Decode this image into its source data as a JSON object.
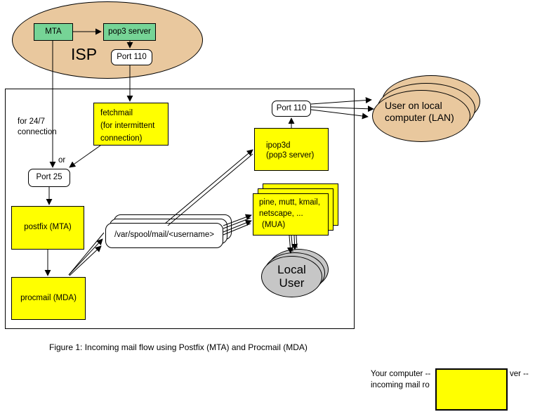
{
  "colors": {
    "node_yellow": "#ffff00",
    "node_green": "#76d496",
    "cloud_tan": "#e9c89e",
    "user_gray": "#c6c6c6",
    "line_black": "#000000",
    "background": "#ffffff"
  },
  "isp_cloud": {
    "label": "ISP",
    "mta": "MTA",
    "pop3_server": "pop3 server",
    "port_110": "Port 110"
  },
  "flow": {
    "for_247_line1": "for 24/7",
    "for_247_line2": "connection",
    "fetchmail_line1": "fetchmail",
    "fetchmail_line2": "(for intermittent",
    "fetchmail_line3": "connection)",
    "or_label": "or",
    "port_25": "Port 25",
    "postfix": "postfix (MTA)",
    "procmail": "procmail (MDA)",
    "spool": "/var/spool/mail/<username>",
    "ipop3d_line1": "ipop3d",
    "ipop3d_line2": "(pop3 server)",
    "port_110": "Port 110",
    "mua_line1": "pine, mutt, kmail,",
    "mua_line2": "netscape, ...",
    "mua_line3": "(MUA)",
    "lan_line1": "User on local",
    "lan_line2": "computer (LAN)",
    "local_user_line1": "Local",
    "local_user_line2": "User"
  },
  "caption": "Figure 1: Incoming mail flow using Postfix (MTA) and Procmail (MDA)",
  "footer": {
    "line1_left": "Your computer --",
    "line1_right": "ver --",
    "line2": "incoming mail ro"
  }
}
